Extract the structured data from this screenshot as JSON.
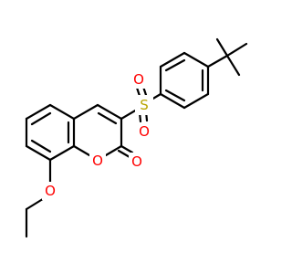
{
  "molecule": {
    "colors": {
      "bond": "#000000",
      "oxygen": "#ff0000",
      "sulfur": "#b8a400",
      "background": "#ffffff"
    },
    "atoms": {
      "sulfur_label": "S",
      "sulfonyl_oxygen_top": "O",
      "sulfonyl_oxygen_bottom": "O",
      "ring_oxygen": "O",
      "carbonyl_oxygen": "O",
      "ether_oxygen": "O"
    }
  }
}
